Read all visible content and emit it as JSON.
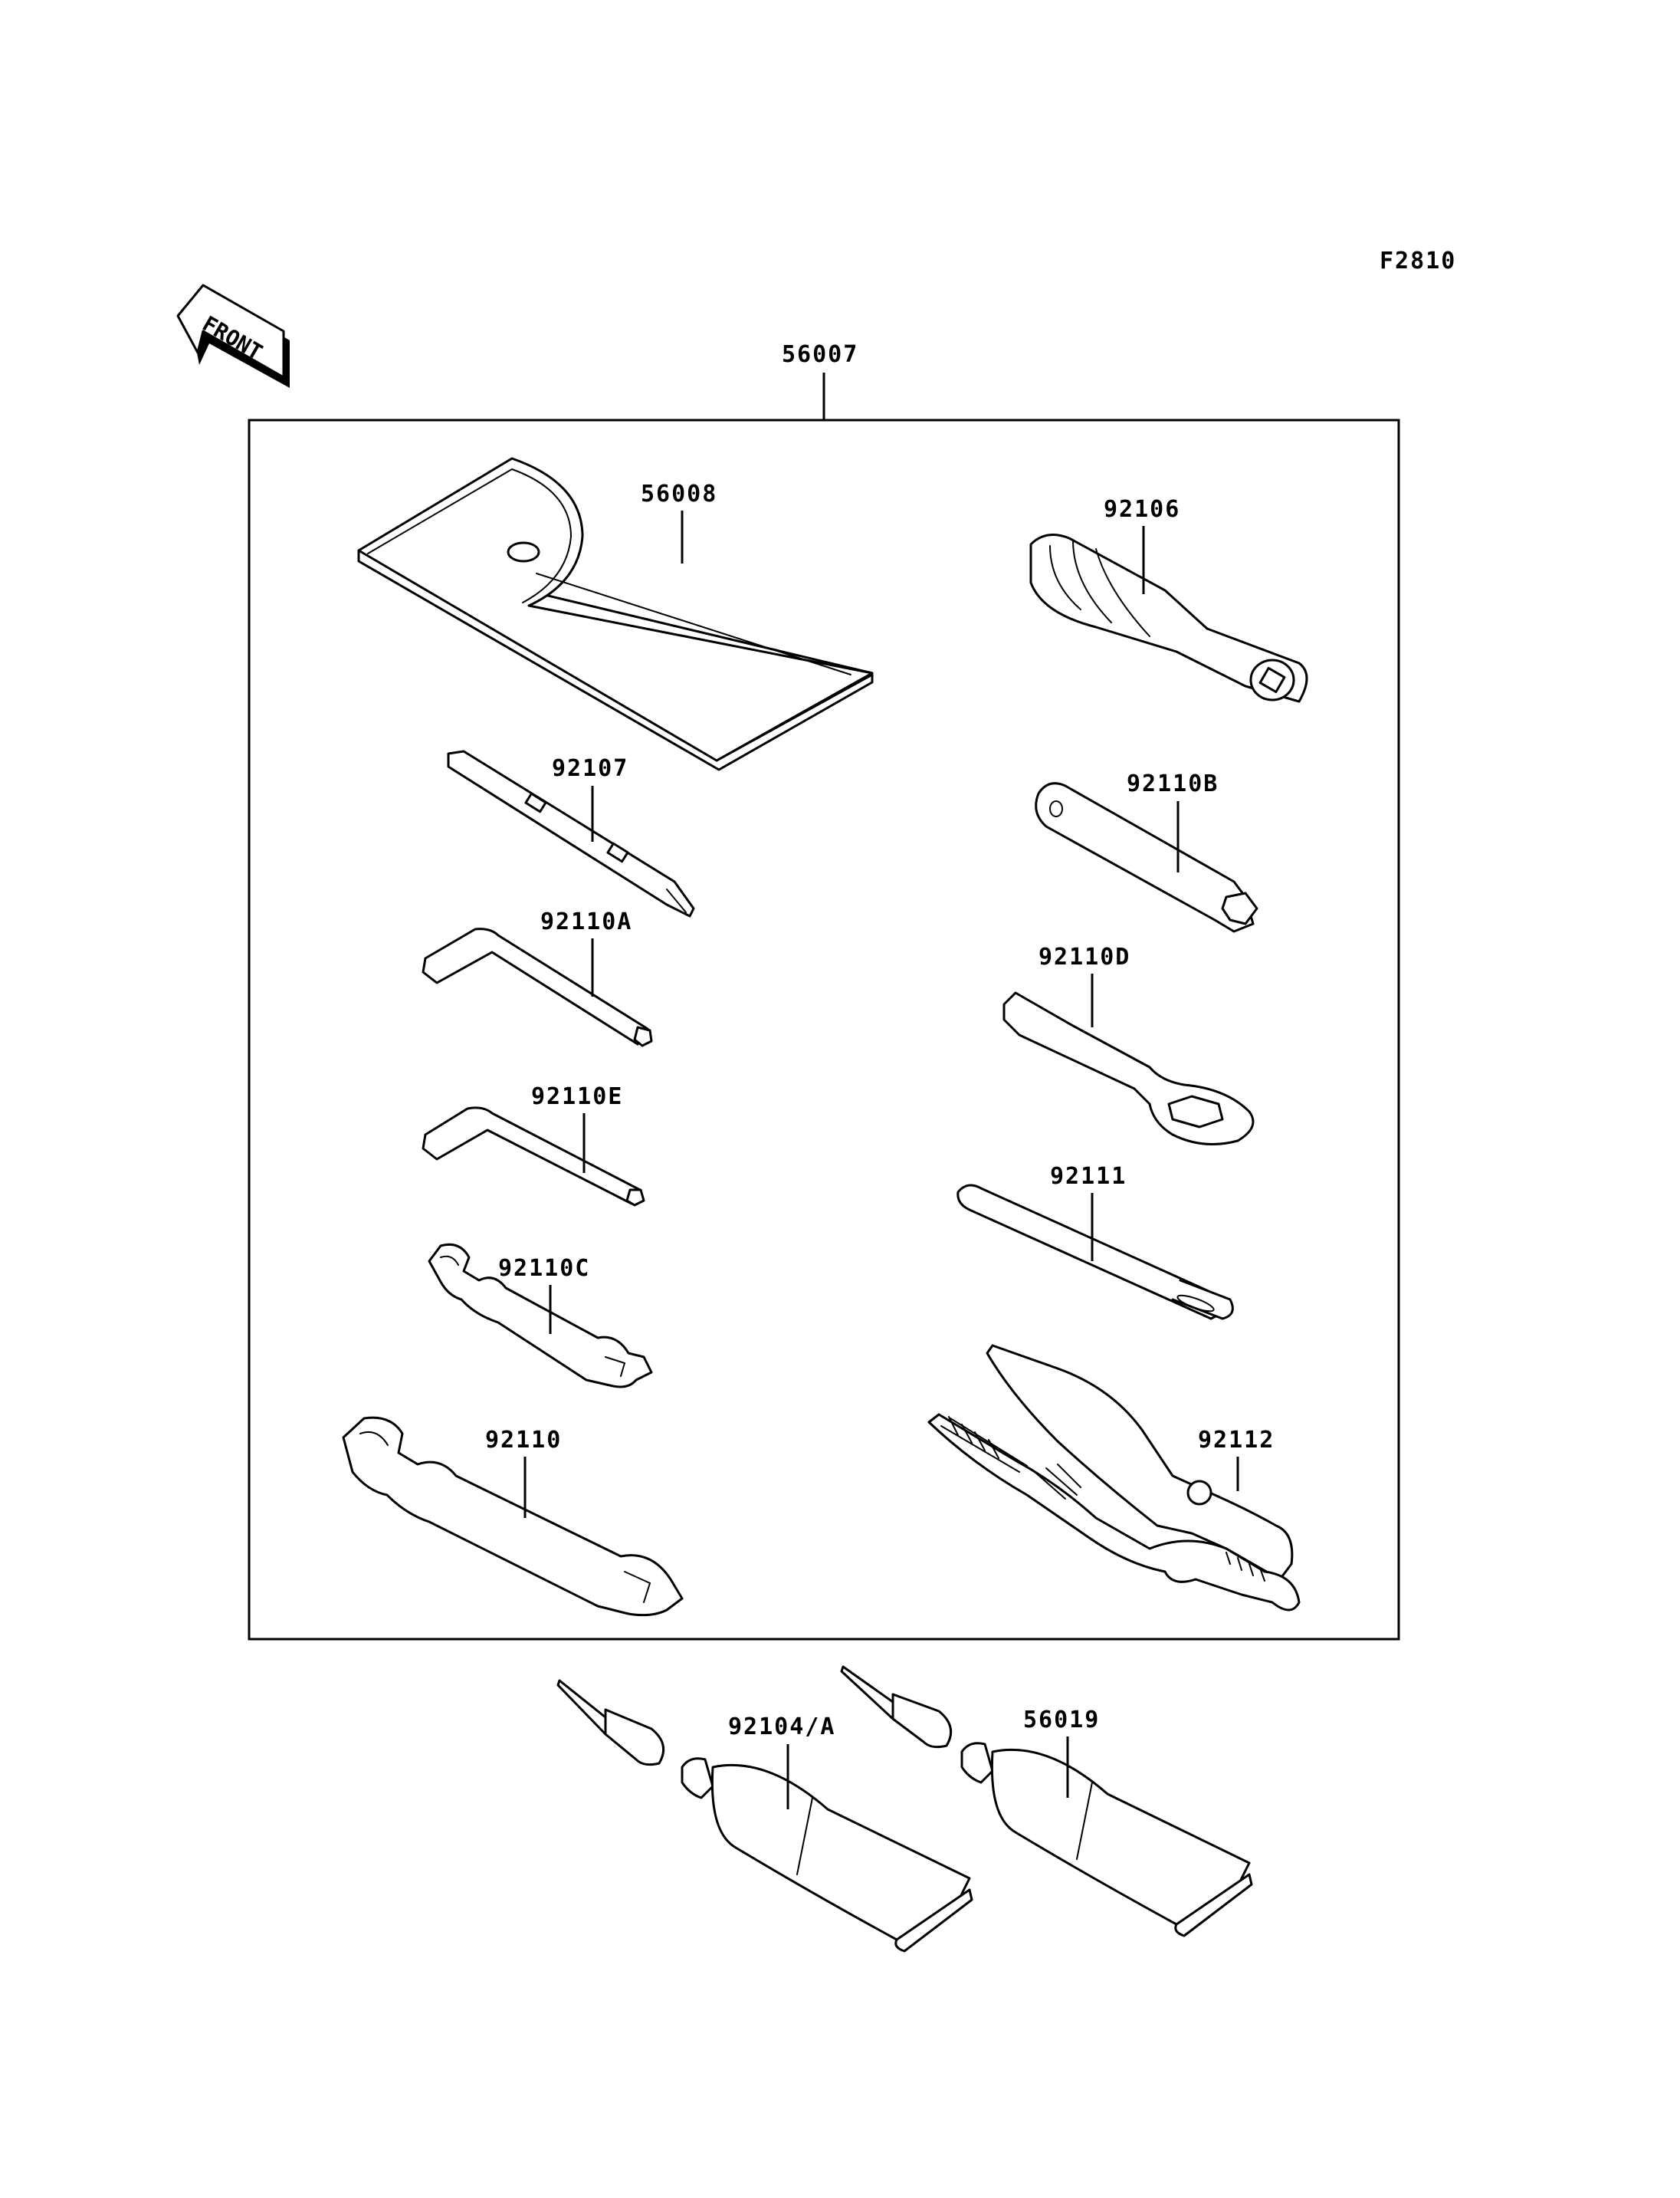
{
  "figure_code": "F2810",
  "front_label": "FRONT",
  "callouts": {
    "kit": "56007",
    "pouch": "56008",
    "screwdriver_bit": "92107",
    "hex_key_a": "92110A",
    "hex_key_e": "92110E",
    "wrench_c": "92110C",
    "wrench": "92110",
    "handle": "92106",
    "spark_plug_wrench": "92110B",
    "box_wrench_d": "92110D",
    "extension_bar": "92111",
    "pliers": "92112",
    "grease_tube_a": "92104/A",
    "grease_tube_b": "56019"
  }
}
